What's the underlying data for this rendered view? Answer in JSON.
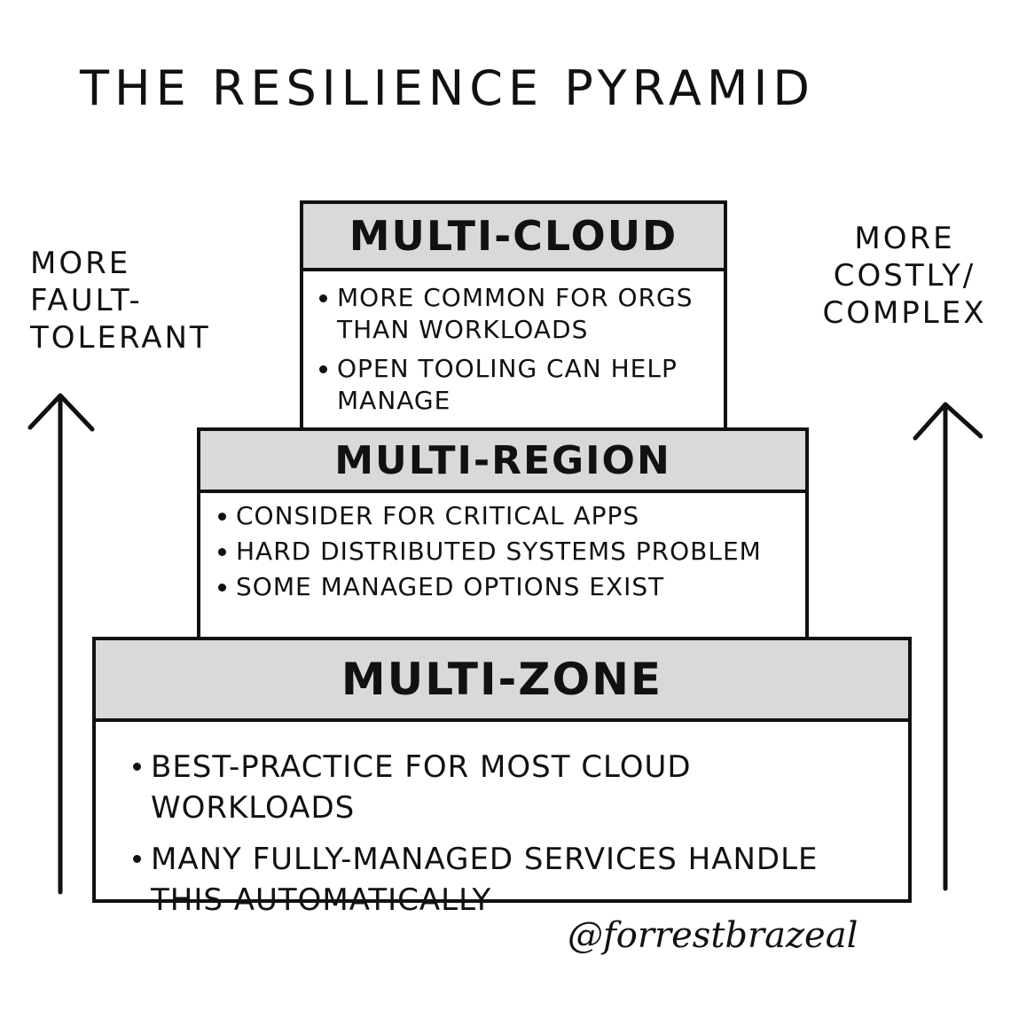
{
  "title": "THE RESILIENCE PYRAMID",
  "left_label": "MORE\nFAULT-\nTOLERANT",
  "right_label": "MORE\nCOSTLY/\nCOMPLEX",
  "tiers": [
    {
      "name": "MULTI-CLOUD",
      "bullets": [
        "MORE COMMON FOR ORGS THAN WORKLOADS",
        "OPEN TOOLING CAN HELP MANAGE"
      ]
    },
    {
      "name": "MULTI-REGION",
      "bullets": [
        "CONSIDER FOR CRITICAL APPS",
        "HARD DISTRIBUTED SYSTEMS PROBLEM",
        "SOME MANAGED OPTIONS EXIST"
      ]
    },
    {
      "name": "MULTI-ZONE",
      "bullets": [
        "BEST-PRACTICE FOR MOST CLOUD WORKLOADS",
        "MANY FULLY-MANAGED SERVICES HANDLE THIS AUTOMATICALLY"
      ]
    }
  ],
  "signature": "@forrestbrazeal"
}
